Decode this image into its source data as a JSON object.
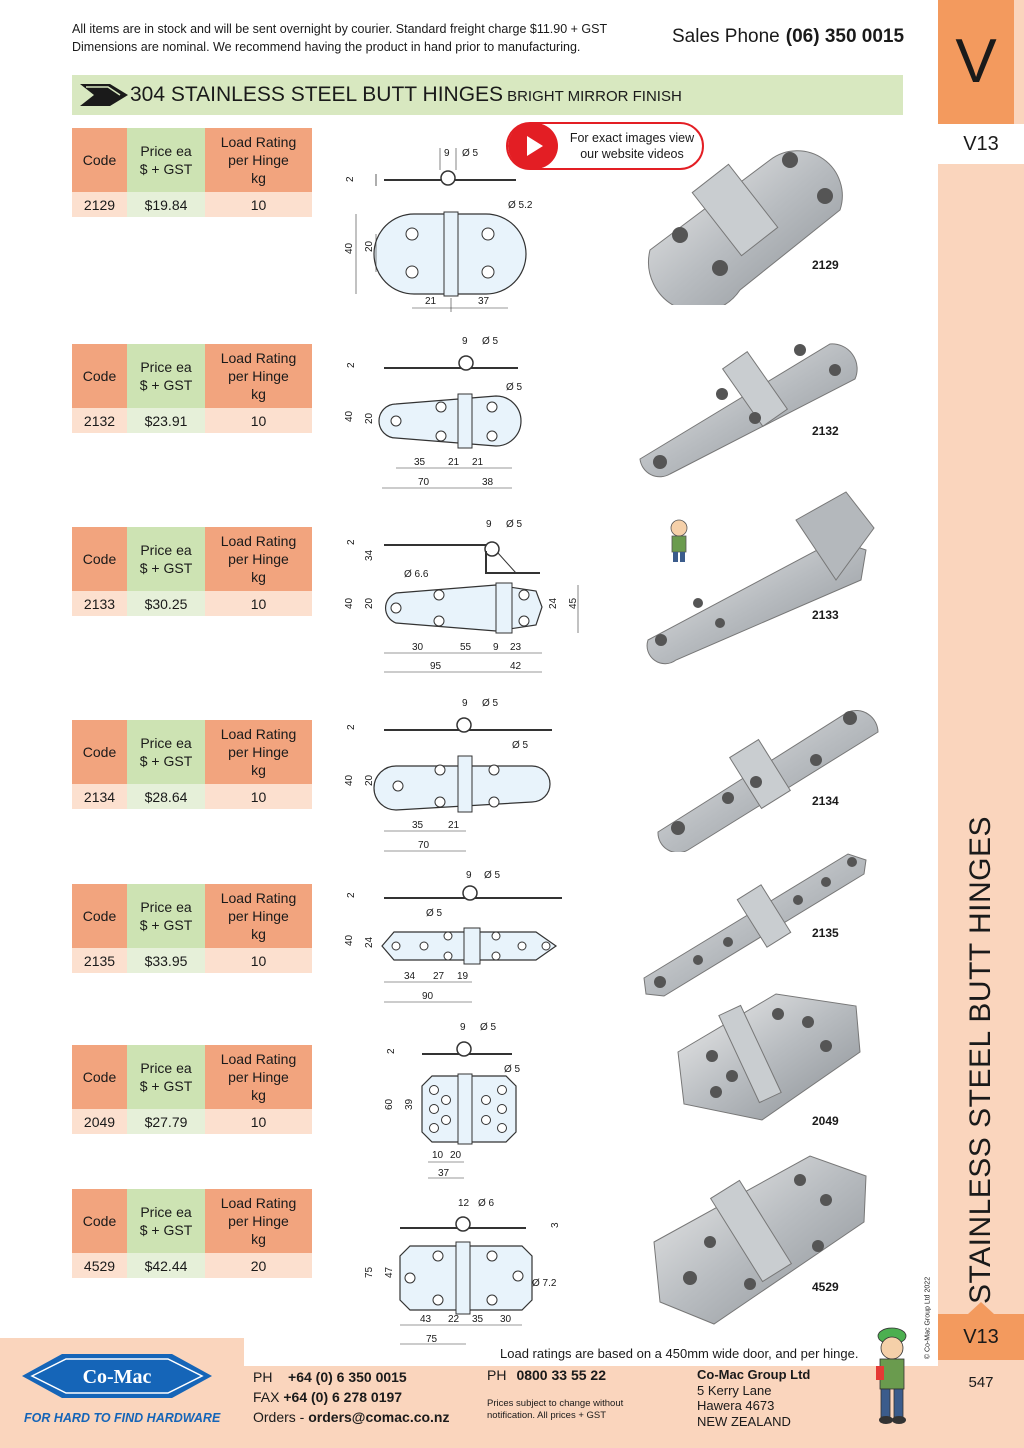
{
  "header": {
    "notice_line1": "All items are in stock and will be sent overnight by courier. Standard freight charge $11.90 + GST",
    "notice_line2": "Dimensions are nominal. We recommend having the product in hand prior to manufacturing.",
    "sales_label": "Sales Phone",
    "sales_number": "(06) 350 0015",
    "title": "304 STAINLESS STEEL BUTT HINGES",
    "subtitle": "BRIGHT MIRROR FINISH"
  },
  "video": {
    "line1": "For exact images view",
    "line2": "our website videos"
  },
  "side": {
    "letter": "V",
    "section": "V13",
    "vertical_title": "STAINLESS STEEL BUTT HINGES",
    "copyright": "© Co-Mac Group Ltd 2022",
    "bottom_section": "V13",
    "page_number": "547"
  },
  "table_headers": {
    "code": "Code",
    "price_line1": "Price ea",
    "price_line2": "$ + GST",
    "load_line1": "Load Rating",
    "load_line2": "per Hinge",
    "load_line3": "kg"
  },
  "products": [
    {
      "code": "2129",
      "price": "$19.84",
      "load": "10",
      "photo_label": "2129",
      "dims": {
        "top_pin": "9",
        "top_dia": "Ø 5",
        "thick": "2",
        "hole": "Ø 5.2",
        "h_outer": "40",
        "h_inner": "20",
        "w1": "21",
        "w2": "37"
      }
    },
    {
      "code": "2132",
      "price": "$23.91",
      "load": "10",
      "photo_label": "2132",
      "dims": {
        "top_pin": "9",
        "top_dia": "Ø 5",
        "thick": "2",
        "hole": "Ø 5",
        "h_outer": "40",
        "h_inner": "20",
        "w1": "35",
        "w2": "21",
        "w3": "21",
        "t1": "70",
        "t2": "38"
      }
    },
    {
      "code": "2133",
      "price": "$30.25",
      "load": "10",
      "photo_label": "2133",
      "dims": {
        "top_pin": "9",
        "top_dia": "Ø 5",
        "thick": "2",
        "drop": "34",
        "hole": "Ø 6.6",
        "h_outer": "40",
        "h_inner": "20",
        "h_right": "24",
        "h_right_outer": "45",
        "w1": "30",
        "w2": "55",
        "w3": "9",
        "w4": "23",
        "t1": "95",
        "t2": "42"
      }
    },
    {
      "code": "2134",
      "price": "$28.64",
      "load": "10",
      "photo_label": "2134",
      "dims": {
        "top_pin": "9",
        "top_dia": "Ø 5",
        "thick": "2",
        "hole": "Ø 5",
        "h_outer": "40",
        "h_inner": "20",
        "w1": "35",
        "w2": "21",
        "t1": "70"
      }
    },
    {
      "code": "2135",
      "price": "$33.95",
      "load": "10",
      "photo_label": "2135",
      "dims": {
        "top_pin": "9",
        "top_dia": "Ø 5",
        "thick": "2",
        "hole": "Ø 5",
        "h_outer": "40",
        "h_inner": "24",
        "w1": "34",
        "w2": "27",
        "w3": "19",
        "t1": "90"
      }
    },
    {
      "code": "2049",
      "price": "$27.79",
      "load": "10",
      "photo_label": "2049",
      "dims": {
        "top_pin": "9",
        "top_dia": "Ø 5",
        "thick": "2",
        "hole": "Ø 5",
        "h_outer": "60",
        "h_inner": "39",
        "w1": "10",
        "w2": "20",
        "t1": "37"
      }
    },
    {
      "code": "4529",
      "price": "$42.44",
      "load": "20",
      "photo_label": "4529",
      "dims": {
        "top_pin": "12",
        "top_dia": "Ø 6",
        "thick": "3",
        "hole": "Ø 7.2",
        "h_outer": "75",
        "h_inner": "47",
        "w1": "43",
        "w2": "22",
        "w3": "35",
        "w4": "30",
        "t1": "75"
      }
    }
  ],
  "footer": {
    "load_note": "Load ratings are based on a 450mm wide door, and per hinge.",
    "logo_text": "Co-Mac",
    "tagline": "FOR HARD TO FIND HARDWARE",
    "ph_label": "PH",
    "ph_number": "+64 (0) 6 350 0015",
    "fax_label": "FAX",
    "fax_number": "+64 (0) 6 278 0197",
    "orders_label": "Orders -",
    "orders_email": "orders@comac.co.nz",
    "ph2_label": "PH",
    "ph2_number": "0800 33 55 22",
    "prices_note_line1": "Prices subject to change without",
    "prices_note_line2": "notification. All prices + GST",
    "company": "Co-Mac Group Ltd",
    "address1": "5 Kerry Lane",
    "address2": "Hawera 4673",
    "country": "NEW ZEALAND"
  },
  "colors": {
    "peach_header": "#f2a47e",
    "green_header": "#cde3b3",
    "title_bar": "#d8e8c0",
    "side_strip": "#fad5bd",
    "tab_orange": "#f39a5e",
    "video_red": "#e31e24",
    "logo_blue": "#1565b8"
  }
}
